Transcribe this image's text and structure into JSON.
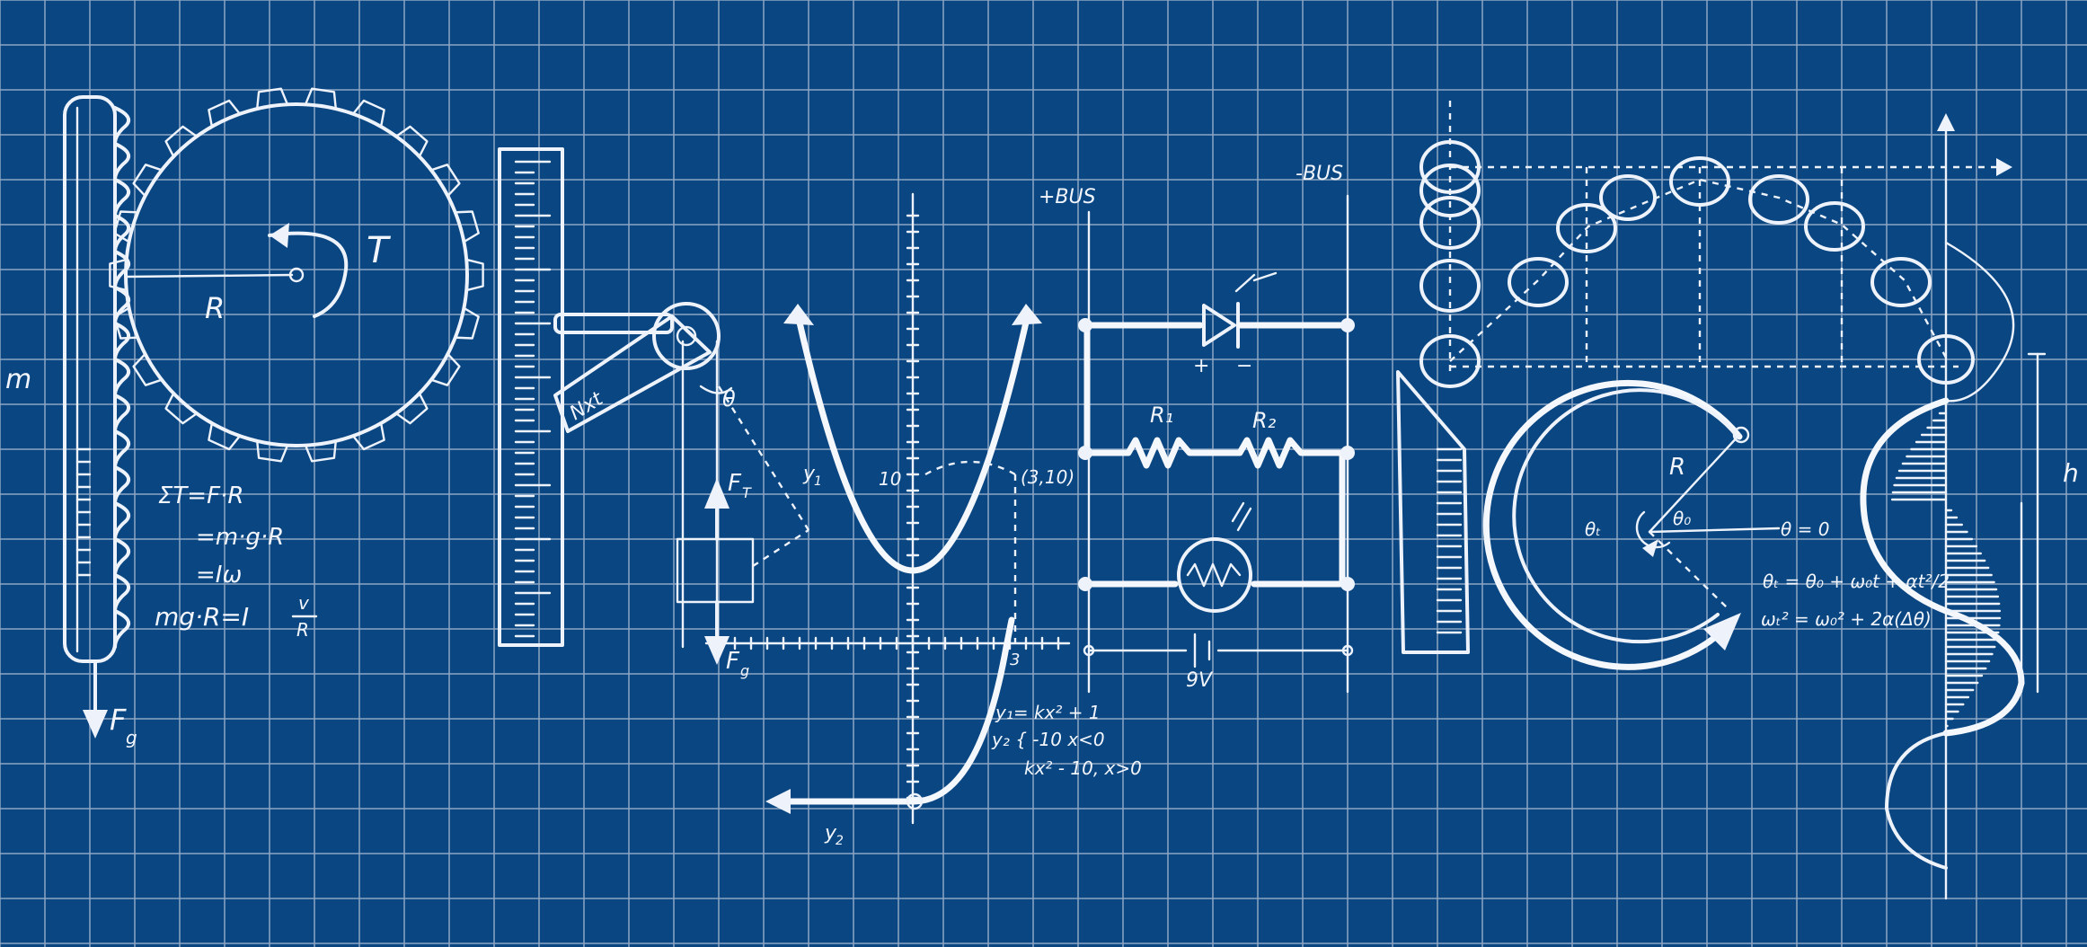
{
  "picture": {
    "grid_color": "#8fa6c4",
    "background_color": "#0a4682",
    "chalk_color": "#eef3fb"
  },
  "labels": {
    "mass": "m",
    "radius_gear": "R",
    "torque": "T",
    "gravity_force_gear": "F",
    "gravity_sub_gear": "g",
    "eq1": "ΣT=F·R",
    "eq2": "=m·g·R",
    "eq3": "=Iω",
    "eq4": "mg·R=I",
    "eq4_frac_num": "v",
    "eq4_frac_den": "R",
    "theta_pulley": "θ",
    "force_tension": "F",
    "force_tension_sub": "T",
    "force_gravity_pulley": "F",
    "force_gravity_pulley_sub": "g",
    "ruler_text": "Nxt",
    "y1_curve": "y",
    "y1_sub": "1",
    "point_label": "(3,10)",
    "tick_10": "10",
    "tick_3": "3",
    "y2_curve": "y",
    "y2_sub": "2",
    "eq_y1": "y₁= kx² + 1",
    "eq_y2_a": "y₂ { -10  x<0",
    "eq_y2_b": "kx² - 10,  x>0",
    "plus_bus": "+BUS",
    "minus_bus": "-BUS",
    "r1": "R₁",
    "r2": "R₂",
    "diode_plus": "+",
    "diode_minus": "−",
    "battery": "9V",
    "radius_c": "R",
    "theta_0": "θ₀",
    "theta_t": "θₜ",
    "theta_zero": "θ = 0",
    "eq_theta": "θₜ = θ₀ + ω₀t + αt²/2",
    "eq_omega": "ωₜ² = ω₀² + 2α(Δθ)",
    "height": "h"
  }
}
